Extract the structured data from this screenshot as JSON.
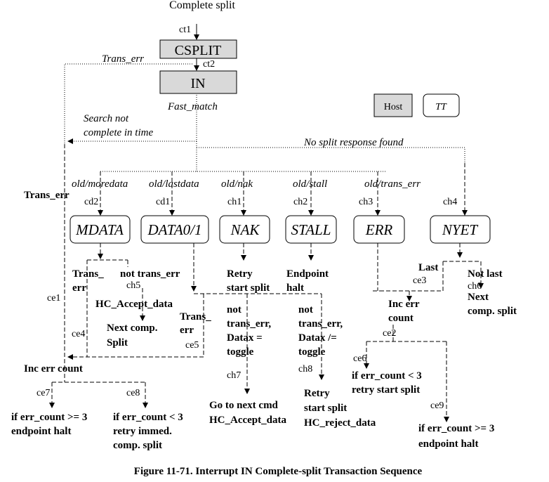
{
  "title": "Complete split",
  "caption": "Figure 11-71.  Interrupt IN Complete-split Transaction Sequence",
  "boxes": {
    "csplit": "CSPLIT",
    "in": "IN",
    "host": "Host",
    "tt": "TT",
    "mdata": "MDATA",
    "data01": "DATA0/1",
    "nak": "NAK",
    "stall": "STALL",
    "err": "ERR",
    "nyet": "NYET"
  },
  "codes": {
    "ct1": "ct1",
    "ct2": "ct2",
    "cd2": "cd2",
    "cd1": "cd1",
    "ch1": "ch1",
    "ch2": "ch2",
    "ch3": "ch3",
    "ch4": "ch4",
    "ch5": "ch5",
    "ch6": "ch6",
    "ch7": "ch7",
    "ch8": "ch8",
    "ce1": "ce1",
    "ce2": "ce2",
    "ce3": "ce3",
    "ce4": "ce4",
    "ce5": "ce5",
    "ce6": "ce6",
    "ce7": "ce7",
    "ce8": "ce8",
    "ce9": "ce9"
  },
  "labels": {
    "trans_err_top": "Trans_err",
    "fast_match": "Fast_match",
    "search_not_1": "Search not",
    "search_not_2": "complete in time",
    "no_split": "No split response found",
    "old_moredata": "old/moredata",
    "old_lastdata": "old/lastdata",
    "old_nak": "old/nak",
    "old_stall": "old/stall",
    "old_trans_err": "old/trans_err",
    "trans_err_left": "Trans_err",
    "mdata_trans_1": "Trans_",
    "mdata_trans_2": "err",
    "not_trans_err": "not trans_err",
    "hc_accept_data": "HC_Accept_data",
    "next_comp_1": "Next comp.",
    "next_comp_2": "Split",
    "data_trans_1": "Trans_",
    "data_trans_2": "err",
    "not_te_a_1": "not",
    "not_te_a_2": "trans_err,",
    "not_te_a_3": "Datax =",
    "not_te_a_4": "toggle",
    "not_te_b_1": "not",
    "not_te_b_2": "trans_err,",
    "not_te_b_3": "Datax /=",
    "not_te_b_4": "toggle",
    "retry_start_1": "Retry",
    "retry_start_2": "start split",
    "endpoint_halt_1": "Endpoint",
    "endpoint_halt_2": "halt",
    "last": "Last",
    "not_last": "Not last",
    "next_comp_split_1": "Next",
    "next_comp_split_2": "comp. split",
    "inc_err_count_1": "Inc err",
    "inc_err_count_2": "count",
    "inc_err_count_left": "Inc err count",
    "go_next_1": "Go to next cmd",
    "go_next_2": "HC_Accept_data",
    "retry_reject_1": "Retry",
    "retry_reject_2": "start split",
    "retry_reject_3": "HC_reject_data",
    "err_lt3_1": "if err_count < 3",
    "err_lt3_2": "retry start split",
    "err_ge3_r_1": "if err_count >= 3",
    "err_ge3_r_2": "endpoint halt",
    "err_ge3_l_1": "if err_count >= 3",
    "err_ge3_l_2": "endpoint halt",
    "err_lt3_imm_1": "if err_count < 3",
    "err_lt3_imm_2": "retry immed.",
    "err_lt3_imm_3": "comp. split"
  }
}
